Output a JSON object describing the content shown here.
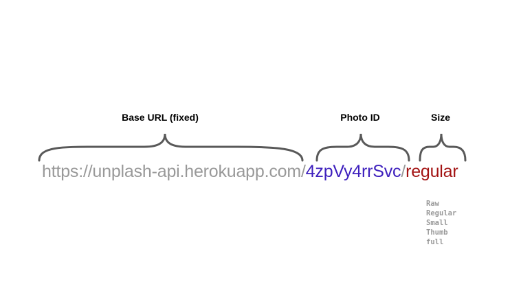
{
  "labels": {
    "base": "Base URL (fixed)",
    "photo_id": "Photo ID",
    "size": "Size"
  },
  "url": {
    "base": "https://unplash-api.herokuapp.com/",
    "photo_id": "4zpVy4rrSvc",
    "separator": "/",
    "size": "regular"
  },
  "size_options": [
    "Raw",
    "Regular",
    "Small",
    "Thumb",
    "full"
  ],
  "colors": {
    "base": "#999999",
    "photo_id": "#3d1fbd",
    "size": "#a31313",
    "brace": "#595959",
    "label": "#000000"
  }
}
